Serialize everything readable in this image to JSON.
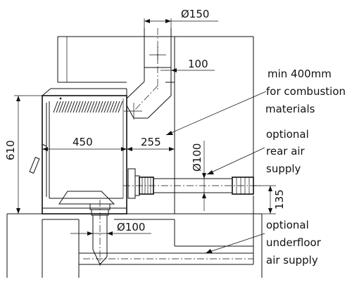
{
  "dimensions": {
    "flue_diameter": "Ø150",
    "flue_offset": "100",
    "stove_height": "610",
    "stove_depth": "450",
    "wall_clearance": "255",
    "rear_pipe_diameter": "Ø100",
    "rear_pipe_height": "135",
    "floor_pipe_diameter": "Ø100"
  },
  "notes": {
    "combustion": [
      "min 400mm",
      "for combustion",
      "materials"
    ],
    "rear_air": [
      "optional",
      "rear air",
      "supply"
    ],
    "underfloor_air": [
      "optional",
      "underfloor",
      "air supply"
    ]
  }
}
